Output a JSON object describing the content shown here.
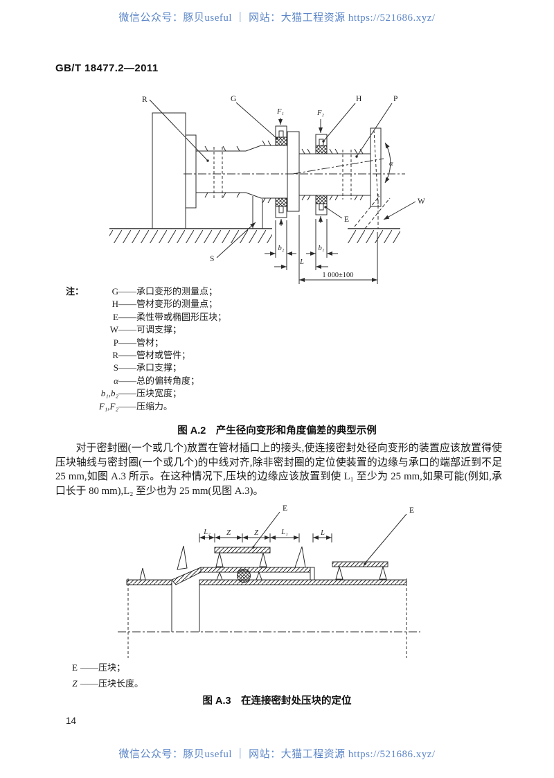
{
  "colors": {
    "watermark_blue": "#5b85c8",
    "ink": "#1c1c1c",
    "paper": "#ffffff"
  },
  "watermark": {
    "text": "微信公众号：豚贝useful ｜ 网站：大猫工程资源 https://521686.xyz/"
  },
  "header": {
    "standard_number": "GB/T 18477.2—2011"
  },
  "figure_a2": {
    "part_labels": {
      "R": "R",
      "G": "G",
      "F1": "F₁",
      "F2": "F₂",
      "H": "H",
      "P": "P",
      "E": "E",
      "W": "W",
      "S": "S",
      "alpha": "α"
    },
    "dim_labels": {
      "b2": "b₂",
      "b1": "b₁",
      "L": "L",
      "overall": "1 000±100"
    },
    "note_prefix": "注：",
    "notes": [
      {
        "symbol": "G",
        "desc": "——承口变形的测量点；"
      },
      {
        "symbol": "H",
        "desc": "——管材变形的测量点；"
      },
      {
        "symbol": "E",
        "desc": "——柔性带或椭圆形压块；"
      },
      {
        "symbol": "W",
        "desc": "——可调支撑；"
      },
      {
        "symbol": "P",
        "desc": "——管材；"
      },
      {
        "symbol": "R",
        "desc": "——管材或管件；"
      },
      {
        "symbol": "S",
        "desc": "——承口支撑；"
      },
      {
        "symbol": "α",
        "desc": "——总的偏转角度；"
      },
      {
        "symbol": "b₁,b₂",
        "desc": "——压块宽度；"
      },
      {
        "symbol": "F₁,F₂",
        "desc": "——压缩力。"
      }
    ],
    "caption": "图 A.2　产生径向变形和角度偏差的典型示例"
  },
  "body_paragraph": "对于密封圈(一个或几个)放置在管材插口上的接头,使连接密封处径向变形的装置应该放置得使压块轴线与密封圈(一个或几个)的中线对齐,除非密封圈的定位使装置的边缘与承口的端部近到不足 25 mm,如图 A.3 所示。在这种情况下,压块的边缘应该放置到使 L₁ 至少为 25 mm,如果可能(例如,承口长于 80 mm),L₂ 至少也为 25 mm(见图 A.3)。",
  "figure_a3": {
    "part_labels": {
      "E_left": "E",
      "E_right": "E"
    },
    "dim_labels": {
      "L2": "L₂",
      "Z_left": "Z",
      "Z_right": "Z",
      "L1": "L₁",
      "L": "L"
    },
    "legend": [
      {
        "symbol": "E",
        "desc": "——压块；"
      },
      {
        "symbol": "Z",
        "desc": "——压块长度。"
      }
    ],
    "caption": "图 A.3　在连接密封处压块的定位"
  },
  "footer": {
    "page_number": "14"
  }
}
